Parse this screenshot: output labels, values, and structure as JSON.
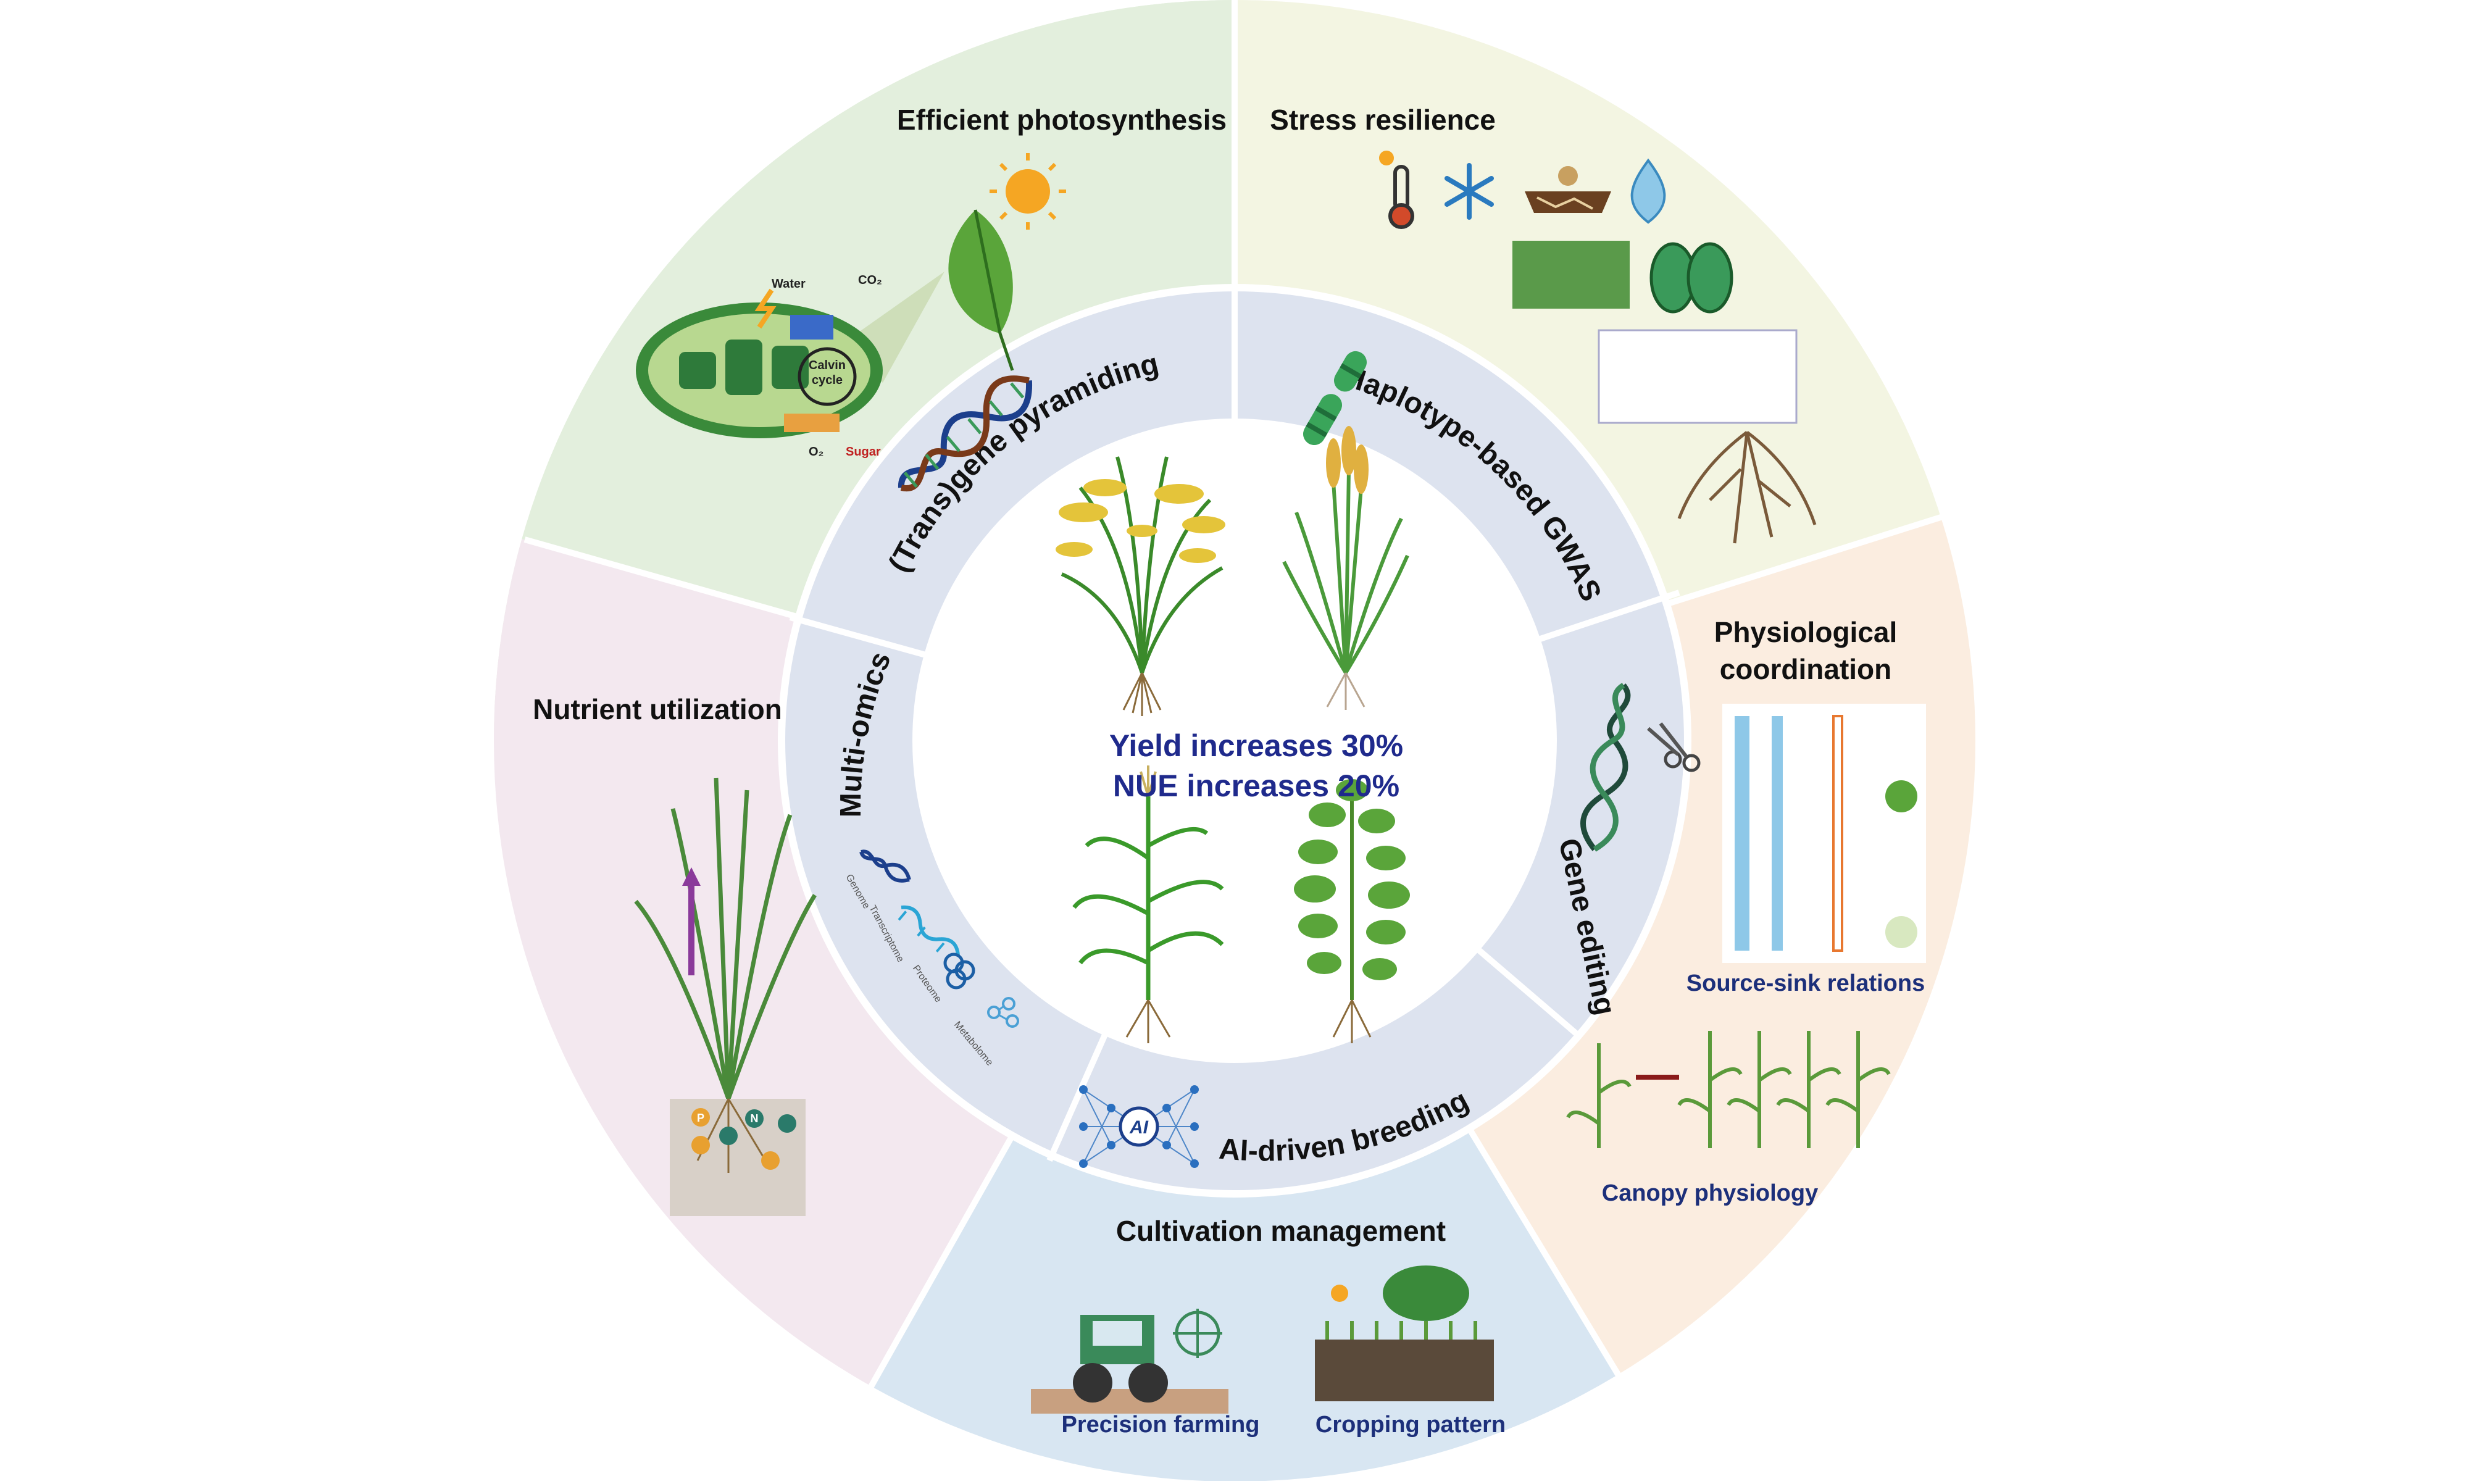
{
  "outer_sections": {
    "photosynthesis": {
      "title": "Efficient photosynthesis",
      "water": "Water",
      "co2": "CO₂",
      "calvin": "Calvin cycle",
      "o2": "O₂",
      "sugar": "Sugar"
    },
    "stress": {
      "title": "Stress resilience"
    },
    "physiology": {
      "title_line1": "Physiological",
      "title_line2": "coordination",
      "source_sink": "Source-sink relations",
      "canopy": "Canopy physiology"
    },
    "cultivation": {
      "title": "Cultivation management",
      "precision": "Precision farming",
      "cropping": "Cropping pattern"
    },
    "nutrient": {
      "title": "Nutrient utilization",
      "n": "N",
      "p": "P"
    }
  },
  "ring": {
    "transgene": "(Trans)gene pyramiding",
    "gwas": "Haplotype-based GWAS",
    "gene_editing": "Gene editing",
    "ai_breeding": "AI-driven breeding",
    "ai_icon": "AI",
    "multiomics": "Multi-omics",
    "omics": [
      "Genome",
      "Transcriptome",
      "Proteome",
      "Metabolome"
    ]
  },
  "center": {
    "line1": "Yield increases 30%",
    "line2": "NUE increases 20%"
  },
  "colors": {
    "photosynthesis_bg": "#e3efdd",
    "stress_bg": "#f3f5e2",
    "physiology_bg": "#fbede0",
    "cultivation_bg": "#d8e6f2",
    "nutrient_bg": "#f3e8ef",
    "ring_bg": "#dde3ef",
    "center_text": "#1f2a8c",
    "sub_label": "#1c2f7a"
  }
}
